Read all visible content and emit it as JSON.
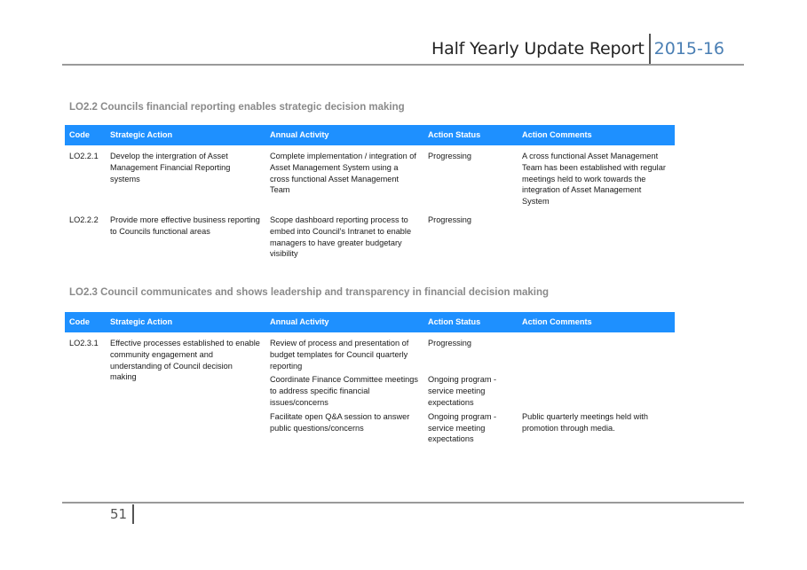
{
  "header": {
    "title": "Half Yearly Update Report",
    "year": "2015-16"
  },
  "columns": [
    "Code",
    "Strategic Action",
    "Annual Activity",
    "Action Status",
    "Action Comments"
  ],
  "sections": [
    {
      "title": "LO2.2 Councils financial reporting enables strategic decision making",
      "rows": [
        {
          "code": "LO2.2.1",
          "action": "Develop the intergration of Asset Management Financial Reporting systems",
          "activity": "Complete implementation / integration of Asset Management System using a cross functional Asset Management Team",
          "status": "Progressing",
          "comments": "A cross functional Asset Management Team has been established with regular meetings held to work towards the integration of Asset Management System"
        },
        {
          "code": "LO2.2.2",
          "action": "Provide more effective business reporting to Councils functional areas",
          "activity": "Scope dashboard reporting process to embed into Council's Intranet to enable managers to have greater budgetary visibility",
          "status": "Progressing",
          "comments": ""
        }
      ]
    },
    {
      "title": "LO2.3 Council communicates and shows leadership and transparency in financial decision making",
      "rows": [
        {
          "code": "LO2.3.1",
          "action": "Effective processes established to enable community engagement and understanding of Council decision making",
          "activity": "Review of process and presentation of budget templates for Council quarterly reporting",
          "status": "Progressing",
          "comments": ""
        },
        {
          "code": "",
          "action": "",
          "activity": "Coordinate Finance Committee meetings to address specific financial issues/concerns",
          "status": "Ongoing program - service meeting expectations",
          "comments": ""
        },
        {
          "code": "",
          "action": "",
          "activity": "Facilitate open Q&A session to answer public questions/concerns",
          "status": "Ongoing program - service meeting expectations",
          "comments": "Public quarterly meetings held with promotion through media."
        }
      ]
    }
  ],
  "footer": {
    "page_number": "51"
  }
}
